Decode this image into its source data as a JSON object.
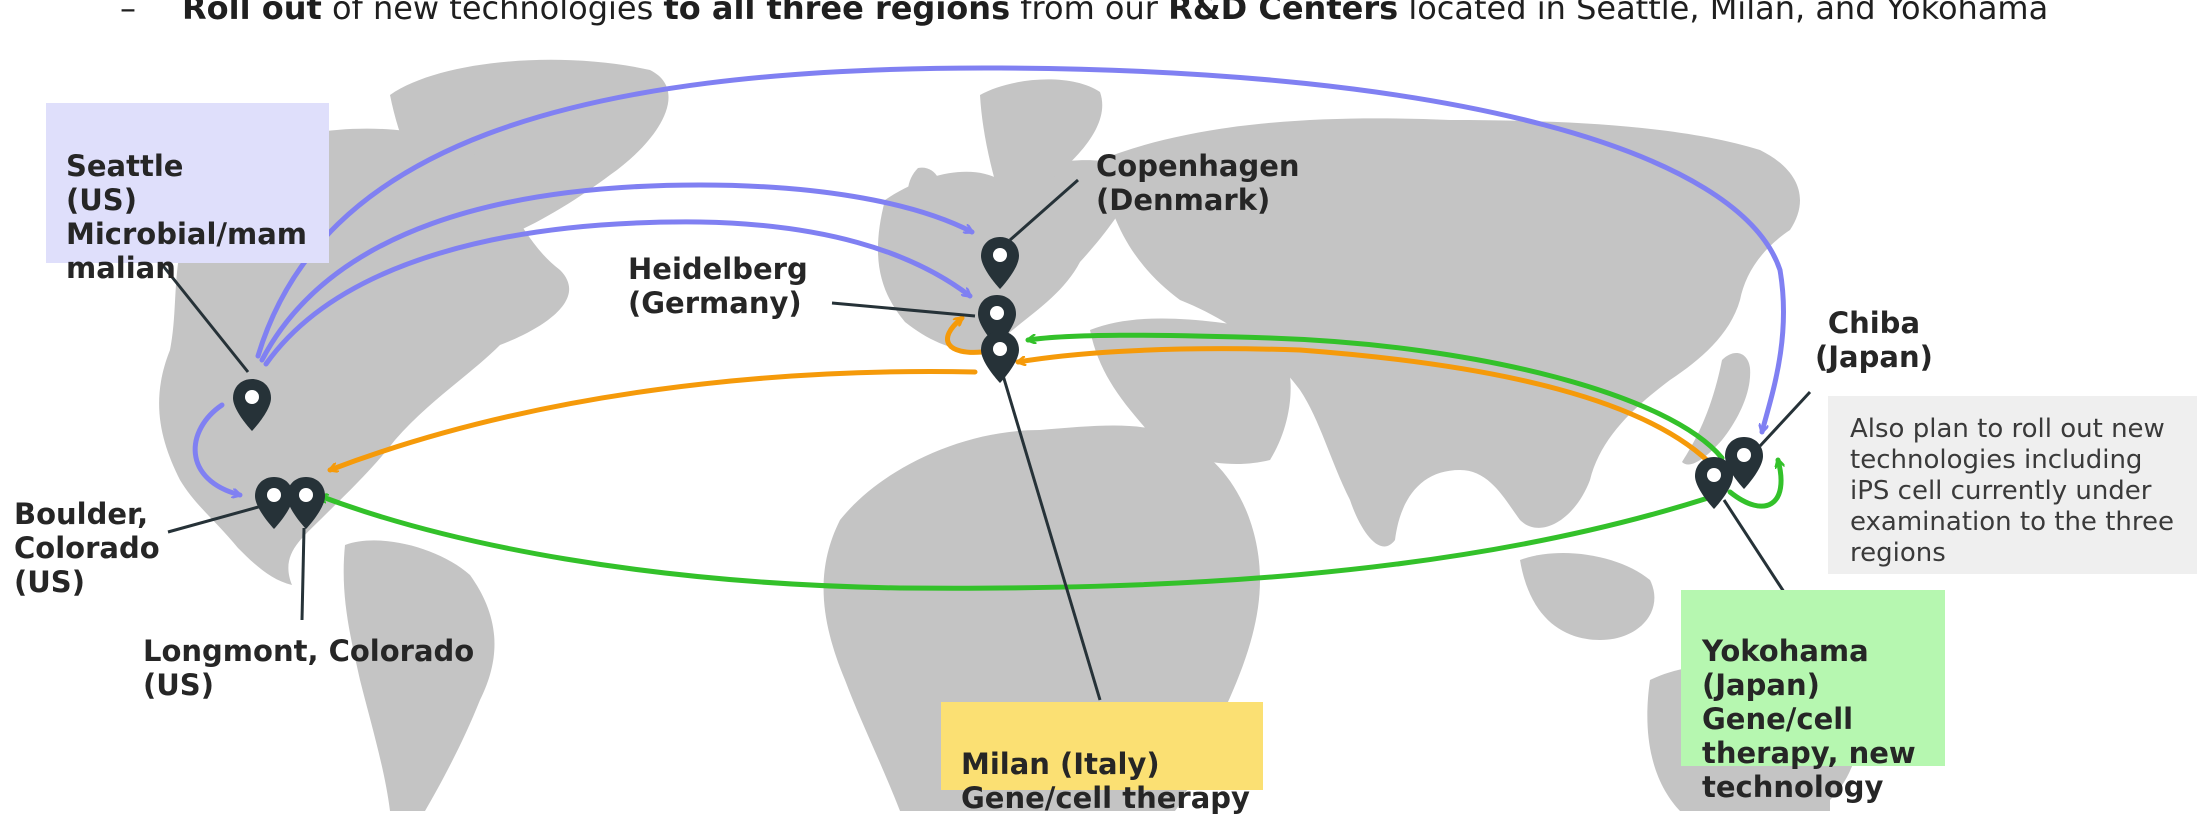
{
  "header": {
    "bullet": "–",
    "part1": "Roll out",
    "part2": " of new technologies ",
    "part3": "to all three regions",
    "part4": " from our ",
    "part5": "R&D Centers",
    "part6": " located in Seattle, Milan, and Yokohama"
  },
  "locations": {
    "seattle": "Seattle\n(US)\nMicrobial/mam\nmalian",
    "copenhagen": "Copenhagen\n(Denmark)",
    "heidelberg": "Heidelberg\n(Germany)",
    "chiba": "Chiba\n(Japan)",
    "boulder": "Boulder,\nColorado\n(US)",
    "longmont": "Longmont, Colorado\n(US)",
    "milan": "Milan (Italy)\nGene/cell therapy",
    "yokohama": "Yokohama\n(Japan)\nGene/cell\ntherapy, new\ntechnology"
  },
  "note": "Also plan to roll out new technologies including iPS cell currently under examination to the three regions",
  "colors": {
    "map_land": "#c4c4c4",
    "seattle_arrows": "#8080f2",
    "milan_arrows": "#f59a0a",
    "yokohama_arrows": "#33c12a",
    "seattle_box": "#dfdffb",
    "milan_box": "#fbe073",
    "yokohama_box": "#b6f7b0",
    "pin": "#263238"
  }
}
